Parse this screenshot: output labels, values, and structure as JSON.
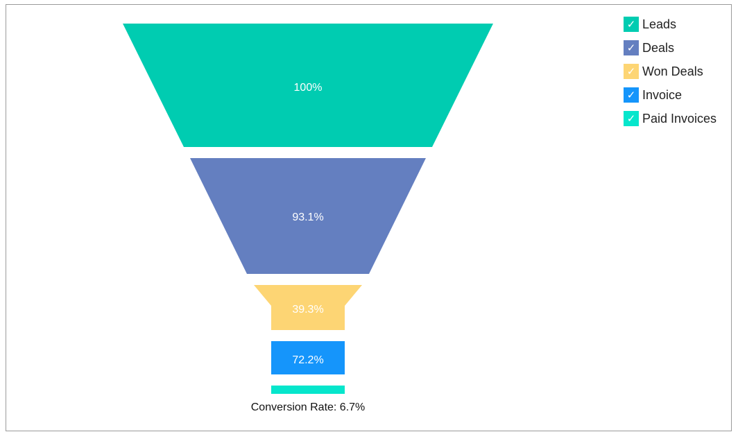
{
  "chart_data": {
    "type": "funnel",
    "series": [
      {
        "name": "Leads",
        "label": "100%",
        "value": 100,
        "color": "#00CCB1"
      },
      {
        "name": "Deals",
        "label": "93.1%",
        "value": 93.1,
        "color": "#647FC0"
      },
      {
        "name": "Won Deals",
        "label": "39.3%",
        "value": 39.3,
        "color": "#FDD574"
      },
      {
        "name": "Invoice",
        "label": "72.2%",
        "value": 72.2,
        "color": "#1595FB"
      },
      {
        "name": "Paid Invoices",
        "label": "",
        "value": 6.7,
        "color": "#06E6CC"
      }
    ],
    "footer": "Conversion Rate: 6.7%",
    "legend_position": "top-right",
    "legend_check_icon": "checkmark-icon"
  }
}
